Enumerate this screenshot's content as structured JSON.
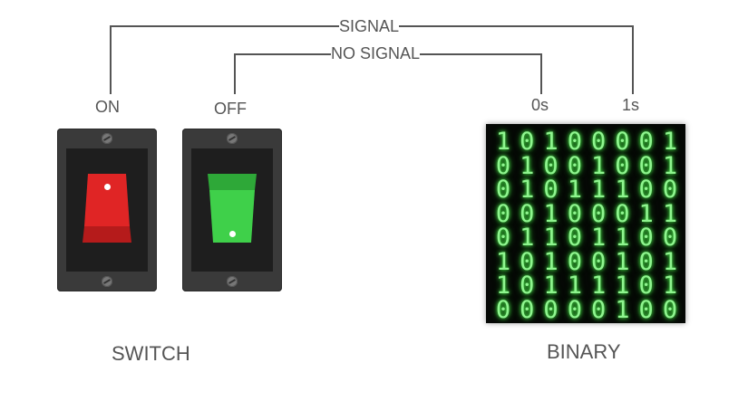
{
  "labels": {
    "signal": "SIGNAL",
    "no_signal": "NO SIGNAL",
    "on": "ON",
    "off": "OFF",
    "zeros": "0s",
    "ones": "1s",
    "switch_title": "SWITCH",
    "binary_title": "BINARY"
  },
  "switches": [
    {
      "state": "ON",
      "rocker_color": "#e02525",
      "rocker_shade": "#b51b1b"
    },
    {
      "state": "OFF",
      "rocker_color": "#3fd04a",
      "rocker_shade": "#2ea838"
    }
  ],
  "binary": {
    "rows": [
      "10100001",
      "01001001",
      "01011100",
      "00100011",
      "01101100",
      "10100101",
      "10111101",
      "00000100"
    ],
    "color": "#8ff58f"
  },
  "colors": {
    "line": "#555555",
    "text": "#555555",
    "plate": "#3a3a3a",
    "panel": "#050805"
  }
}
